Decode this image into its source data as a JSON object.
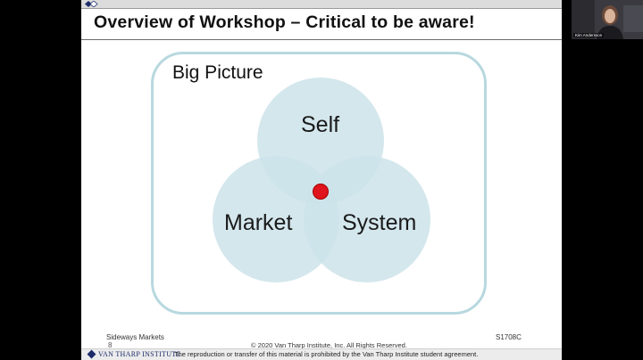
{
  "slide": {
    "title": "Overview of Workshop – Critical to be aware!",
    "diagram": {
      "outer_label": "Big Picture",
      "circles": [
        "Self",
        "Market",
        "System"
      ],
      "circle_color": "#cde3ea",
      "dot_color": "#e0141c"
    },
    "footer": {
      "left": "Sideways Markets",
      "page": "8",
      "copyright": "© 2020 Van Tharp Institute, Inc.  All Rights Reserved.",
      "code": "S1708C",
      "brand": "VAN THARP INSTITUTE",
      "notice": "The reproduction or transfer of this material is prohibited by the Van Tharp Institute student agreement."
    }
  },
  "webcam": {
    "name": "Kim Andersson"
  }
}
